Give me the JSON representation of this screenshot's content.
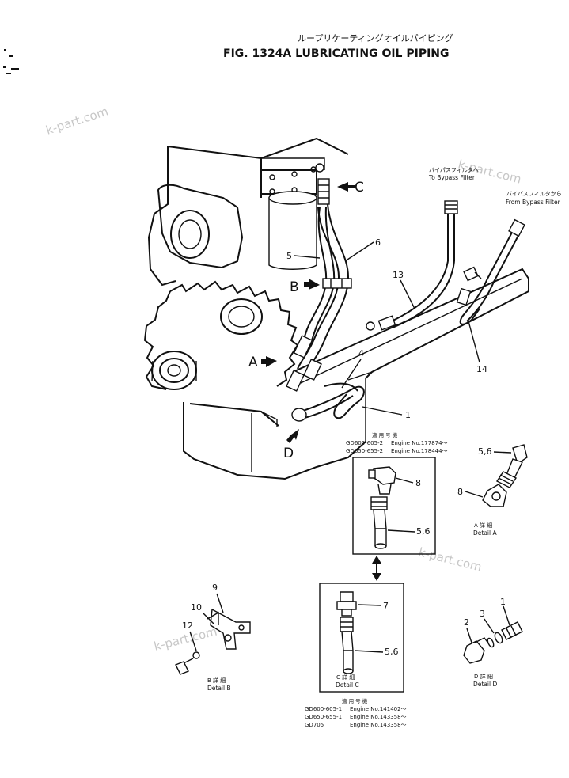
{
  "header": {
    "jp_title": "ループリケーティングオイルパイピング",
    "fig_title": "FIG. 1324A  LUBRICATING OIL PIPING"
  },
  "watermarks": [
    "k-part.com",
    "k-part.com",
    "k-part.com",
    "k-part.com"
  ],
  "view_labels": [
    "C",
    "B",
    "A",
    "D"
  ],
  "callouts": {
    "n1": "1",
    "n4": "4",
    "n5": "5",
    "n6": "6",
    "n13": "13",
    "n14": "14",
    "d_a_56": "5,6",
    "d_a_8": "8",
    "d_b_9": "9",
    "d_b_10": "10",
    "d_b_12": "12",
    "d_c_7": "7",
    "d_c_56": "5,6",
    "box1_8": "8",
    "box1_56": "5,6",
    "d_d_1": "1",
    "d_d_2": "2",
    "d_d_3": "3"
  },
  "bypass": {
    "to_jp": "バイパスフィルタへ",
    "to_en": "To Bypass Filter",
    "from_jp": "バイパスフィルタから",
    "from_en": "From Bypass Filter"
  },
  "detail_labels": {
    "a_jp": "A 詳 細",
    "a_en": "Detail A",
    "b_jp": "B 詳 細",
    "b_en": "Detail B",
    "c_jp": "C 詳 細",
    "c_en": "Detail C",
    "d_jp": "D 詳 細",
    "d_en": "Detail D"
  },
  "applicability_upper": {
    "jp": "適 用 号 機",
    "rows": [
      {
        "model": "GD600-605-2",
        "engine": "Engine No.177874～"
      },
      {
        "model": "GD650-655-2",
        "engine": "Engine No.178444～"
      }
    ]
  },
  "applicability_lower": {
    "jp": "適 用 号 機",
    "rows": [
      {
        "model": "GD600-605-1",
        "engine": "Engine No.141402～"
      },
      {
        "model": "GD650-655-1",
        "engine": "Engine No.143358～"
      },
      {
        "model": "GD705",
        "engine": "Engine No.143358～"
      }
    ]
  }
}
